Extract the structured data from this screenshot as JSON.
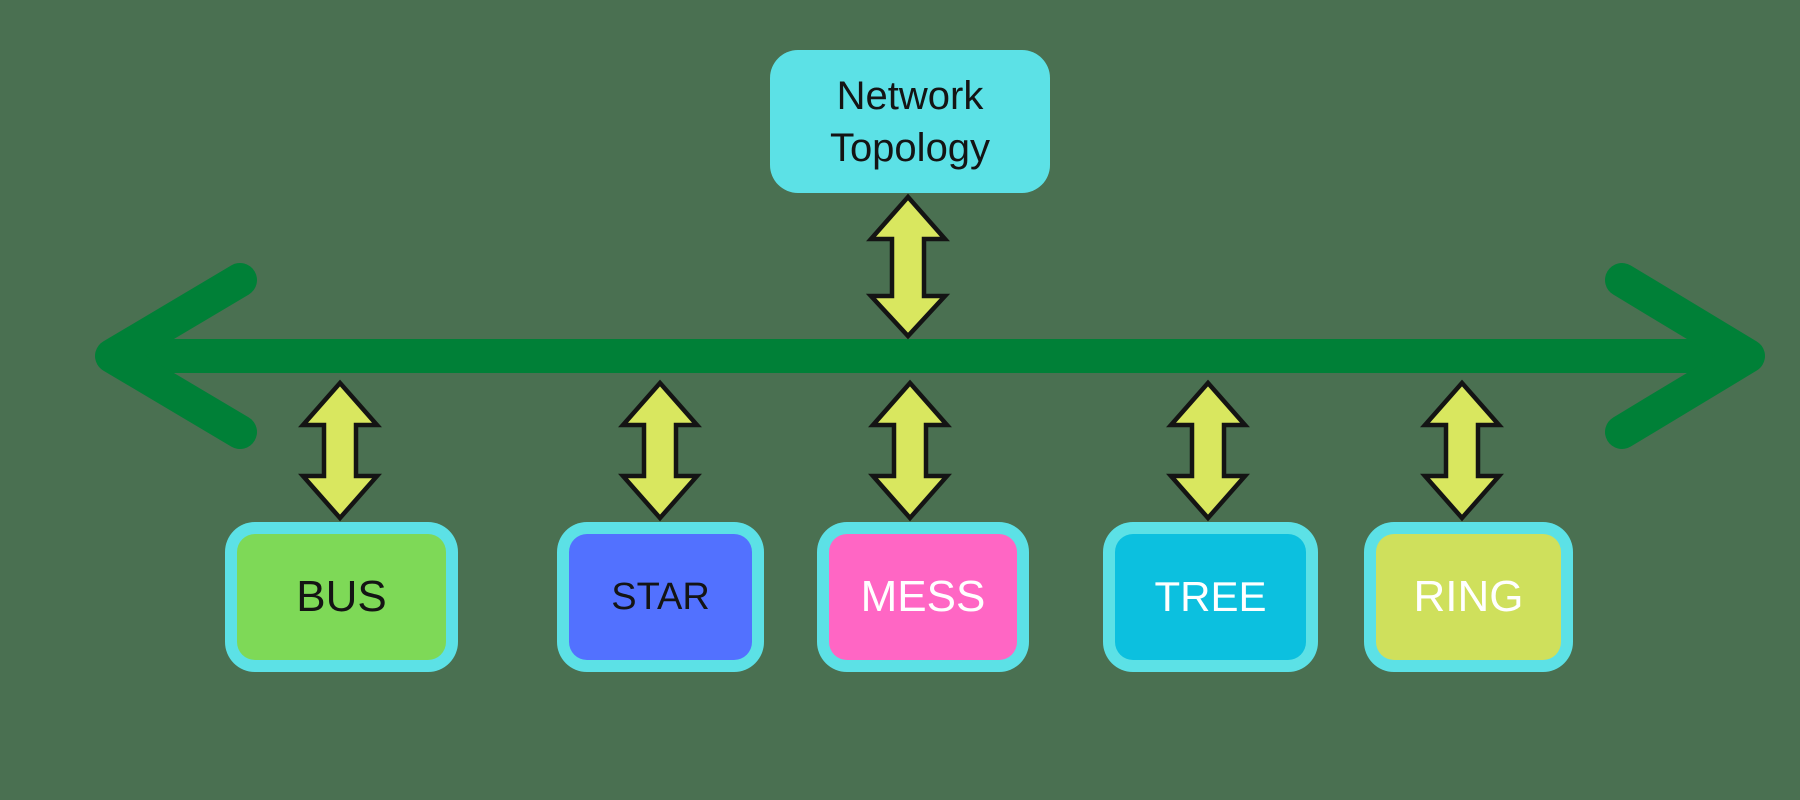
{
  "page": {
    "background_color": "#4A7051"
  },
  "diagram": {
    "title": "Network Topology",
    "title_box": {
      "fill": "#5CE1E6",
      "text_color": "#141414"
    },
    "axis_arrow": {
      "type": "double-headed-horizontal-arrow",
      "color": "#008037"
    },
    "connector_arrow": {
      "type": "double-headed-vertical-arrow",
      "count": 6,
      "fill": "#D9E75F",
      "stroke": "#141414"
    },
    "nodes": [
      {
        "label": "BUS",
        "fill": "#7ED957",
        "text_color": "#141414",
        "border": "#5CE1E6"
      },
      {
        "label": "STAR",
        "fill": "#5271FF",
        "text_color": "#141414",
        "border": "#5CE1E6"
      },
      {
        "label": "MESS",
        "fill": "#FF66C4",
        "text_color": "#FFFFFF",
        "border": "#5CE1E6"
      },
      {
        "label": "TREE",
        "fill": "#0CC0DF",
        "text_color": "#FFFFFF",
        "border": "#5CE1E6"
      },
      {
        "label": "RING",
        "fill": "#CFE05C",
        "text_color": "#FFFFFF",
        "border": "#5CE1E6"
      }
    ]
  }
}
